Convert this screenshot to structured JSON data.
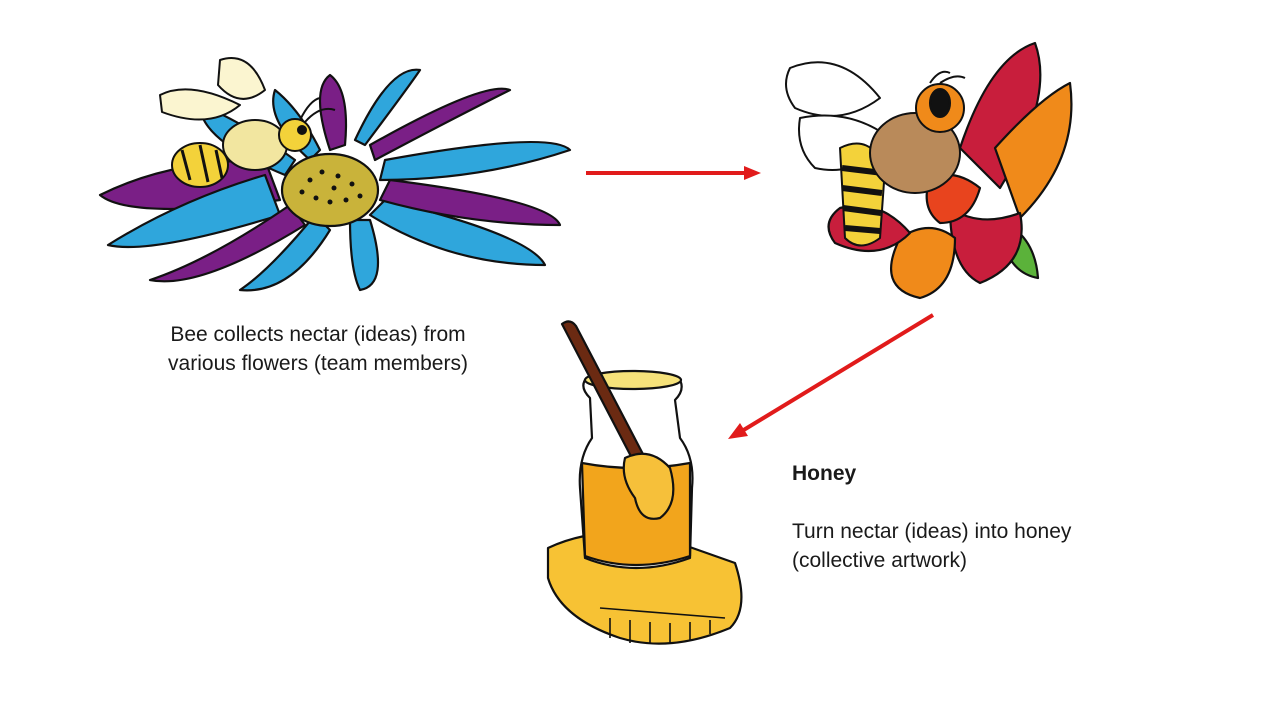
{
  "slide": {
    "flower_caption": {
      "line1": "Bee collects nectar (ideas) from",
      "line2": "various flowers (team members)"
    },
    "honey_caption": {
      "heading": "Honey",
      "line1": "Turn nectar (ideas) into honey",
      "line2": "(collective artwork)"
    },
    "colors": {
      "arrow": "#e11b1b",
      "petal_blue": "#2fa6dc",
      "petal_purple": "#7a1f86",
      "petal_red": "#c81e3c",
      "petal_orange": "#f08a1a",
      "honey": "#f2a51c",
      "honeycomb": "#f7c234",
      "bee_yellow": "#f3d23a",
      "ink": "#111111"
    },
    "icons": [
      "bee-on-blue-flower-illustration",
      "bee-on-red-flower-illustration",
      "honey-jar-illustration",
      "right-arrow",
      "diagonal-arrow"
    ]
  }
}
